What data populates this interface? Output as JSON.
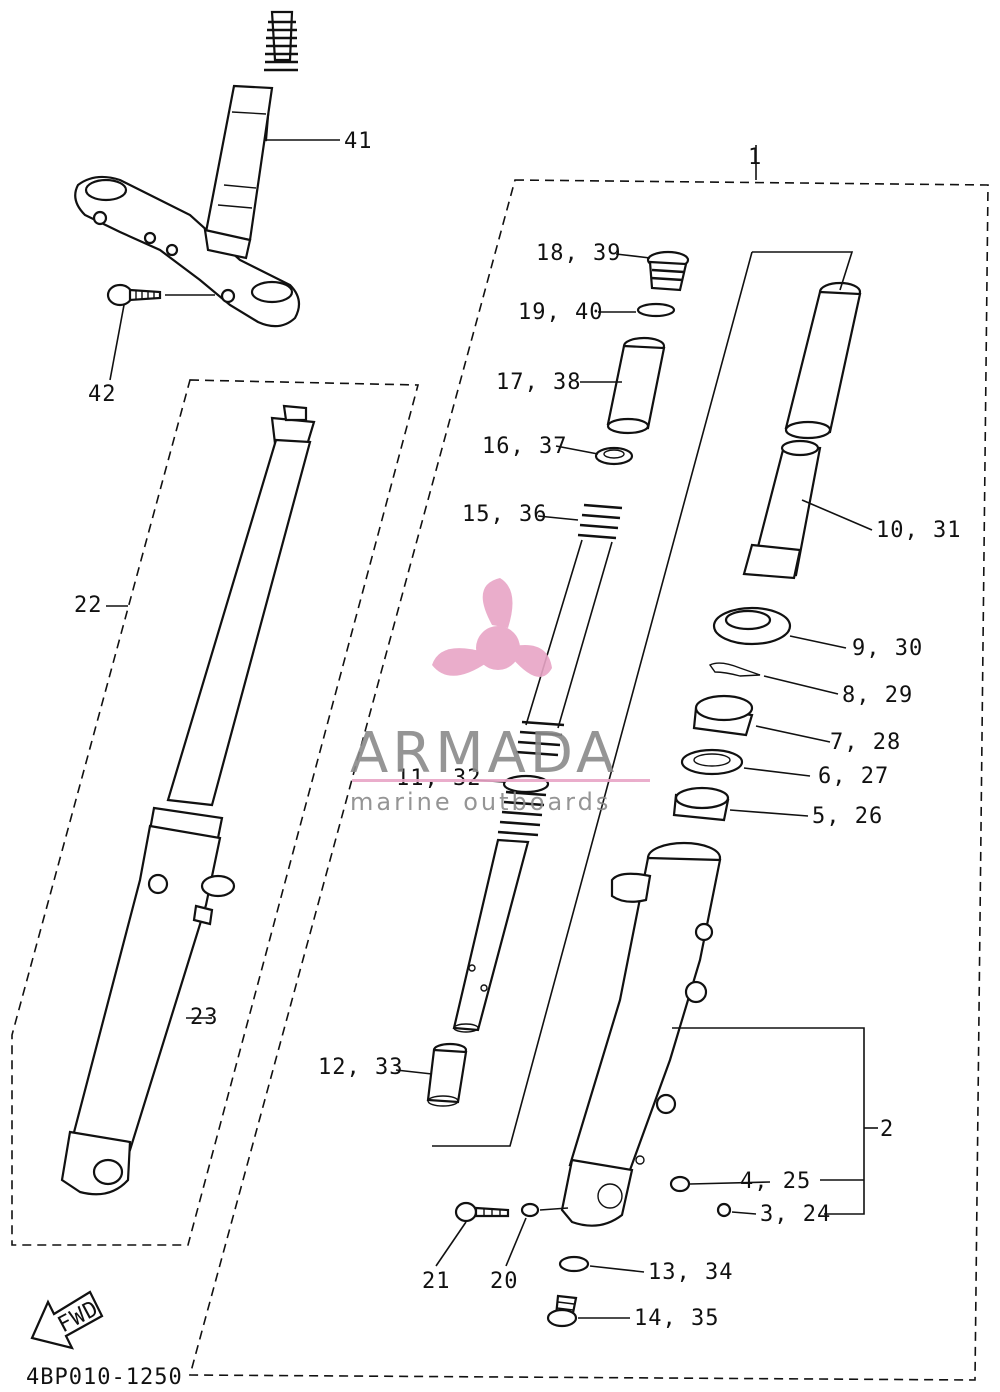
{
  "labels": {
    "l1": "1",
    "l2": "2",
    "l3": "3, 24",
    "l4": "4, 25",
    "l5": "5, 26",
    "l6": "6, 27",
    "l7": "7, 28",
    "l8": "8, 29",
    "l9": "9, 30",
    "l10": "10, 31",
    "l11": "11, 32",
    "l12": "12, 33",
    "l13": "13, 34",
    "l14": "14, 35",
    "l15": "15, 36",
    "l16": "16, 37",
    "l17": "17, 38",
    "l18": "18, 39",
    "l19": "19, 40",
    "l20": "20",
    "l21": "21",
    "l22": "22",
    "l23": "23",
    "l41": "41",
    "l42": "42"
  },
  "diagram_code": "4BP010-1250",
  "fwd_arrow_text": "FWD",
  "watermark": {
    "brand": "ARMADA",
    "tagline": "marine outboards",
    "color": "#e8a5c6"
  }
}
